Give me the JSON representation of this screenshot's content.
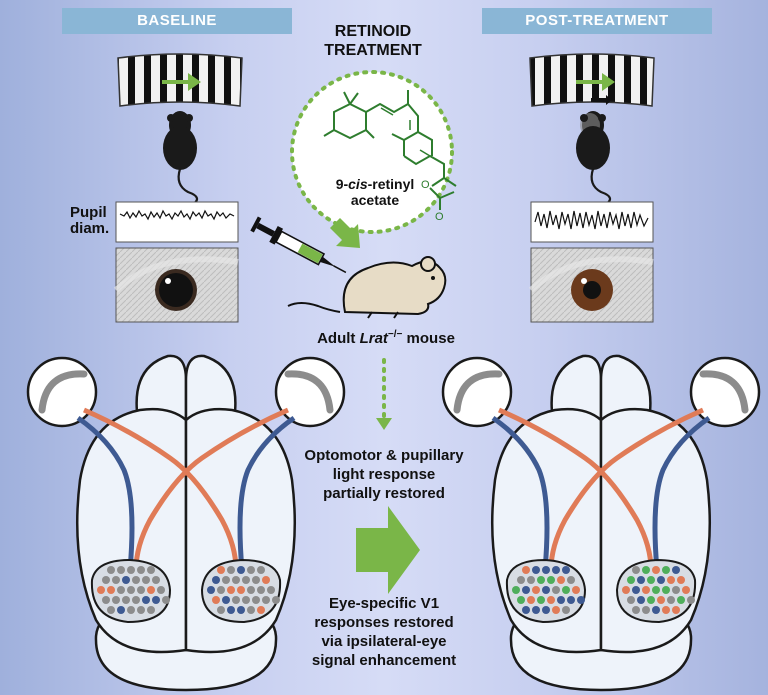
{
  "headers": {
    "baseline": "BASELINE",
    "post_treatment": "POST-TREATMENT"
  },
  "treatment_title": "RETINOID\nTREATMENT",
  "compound": {
    "prefix": "9-",
    "italic": "cis",
    "suffix": "-retinyl",
    "line2": "acetate"
  },
  "mouse_label": {
    "prefix": "Adult ",
    "gene": "Lrat",
    "superscript": "−/−",
    "suffix": " mouse"
  },
  "pupil_label": "Pupil\ndiam.",
  "result_optomotor": "Optomotor & pupillary\nlight response\npartially restored",
  "result_v1": "Eye-specific V1\nresponses restored\nvia ipsilateral-eye\nsignal enhancement",
  "colors": {
    "header_fill": "#8ab6d6",
    "contralateral_path": "#e07b57",
    "ipsilateral_path": "#3e5a92",
    "arrow_green": "#7ab648",
    "molecule_green": "#2e7d2e",
    "brain_fill": "#eef3fa",
    "brain_outline": "#1a1a1a",
    "neuron_gray": "#8c8c8c",
    "neuron_green": "#4fae5b",
    "eye_baseline": "#1a1a1a",
    "eye_post": "#6b3a1c"
  }
}
